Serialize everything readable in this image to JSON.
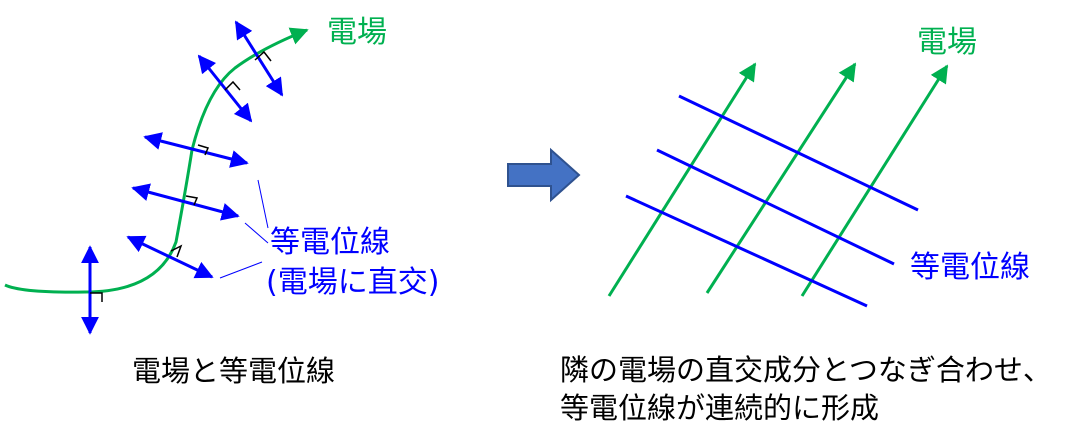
{
  "left_panel": {
    "field_label": "電場",
    "equipotential_label": "等電位線",
    "equipotential_note": "(電場に直交)",
    "caption": "電場と等電位線"
  },
  "right_panel": {
    "field_label": "電場",
    "equipotential_label": "等電位線",
    "caption_line1": "隣の電場の直交成分とつなぎ合わせ、",
    "caption_line2": "等電位線が連続的に形成"
  },
  "colors": {
    "electric_field": "#00b050",
    "equipotential": "#0000ff",
    "arrow": "#4472c4",
    "arrow_border": "#2f528f"
  },
  "icons": {
    "transition": "block-right-arrow-icon"
  }
}
